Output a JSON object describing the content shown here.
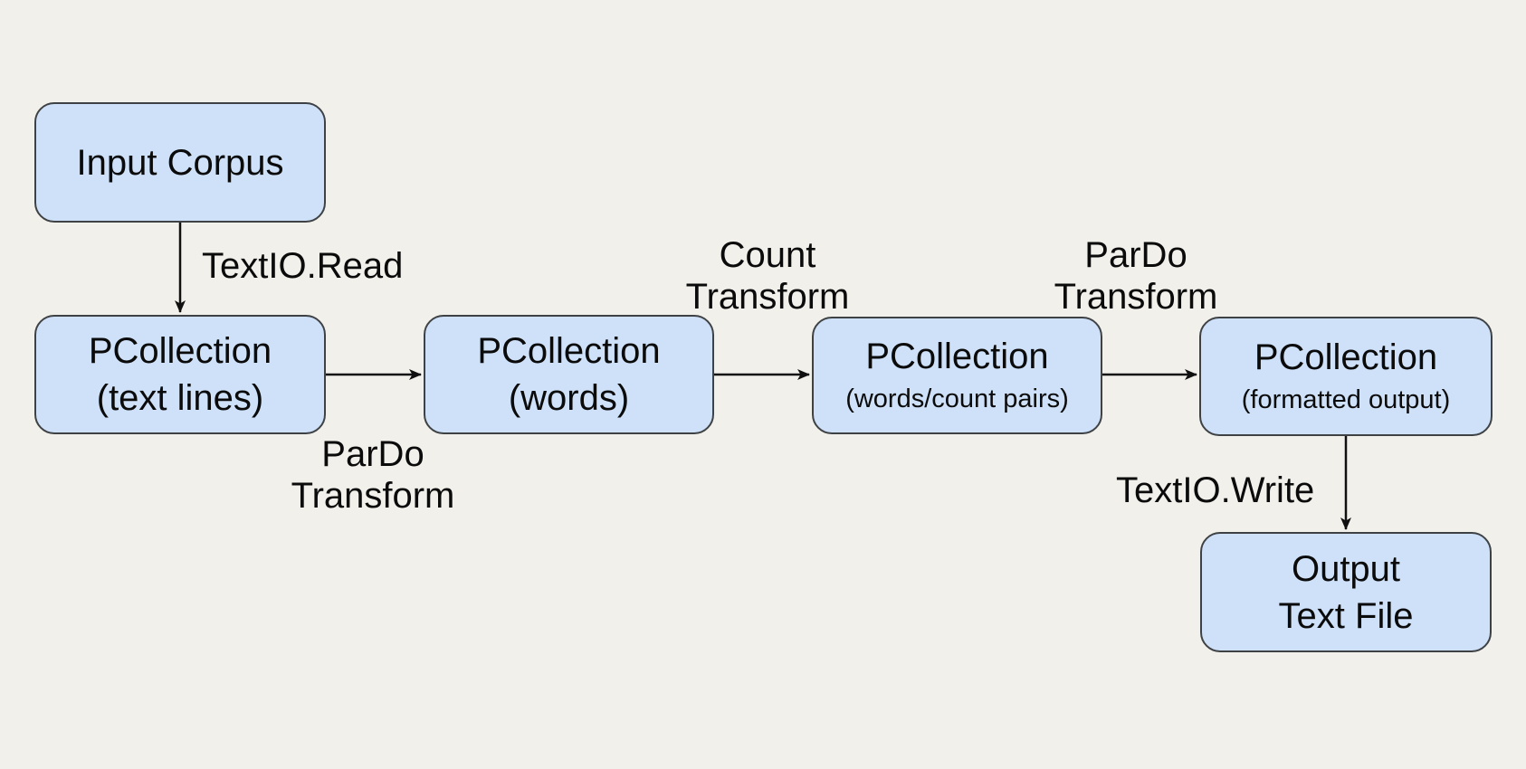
{
  "diagram": {
    "nodes": {
      "input_corpus": {
        "title": "Input Corpus"
      },
      "pcollection_text_lines": {
        "title": "PCollection",
        "subtitle": "(text lines)"
      },
      "pcollection_words": {
        "title": "PCollection",
        "subtitle": "(words)"
      },
      "pcollection_word_count_pairs": {
        "title": "PCollection",
        "subtitle": "(words/count pairs)"
      },
      "pcollection_formatted_output": {
        "title": "PCollection",
        "subtitle": "(formatted output)"
      },
      "output_text_file": {
        "line1": "Output",
        "line2": "Text File"
      }
    },
    "edge_labels": {
      "textio_read": "TextIO.Read",
      "pardo_transform_1": {
        "line1": "ParDo",
        "line2": "Transform"
      },
      "count_transform": {
        "line1": "Count",
        "line2": "Transform"
      },
      "pardo_transform_2": {
        "line1": "ParDo",
        "line2": "Transform"
      },
      "textio_write": "TextIO.Write"
    },
    "colors": {
      "background": "#f2f0eb",
      "node_fill": "#cee1f9",
      "node_border": "#3f4245",
      "arrow": "#101010",
      "text": "#0b0b0b"
    }
  }
}
